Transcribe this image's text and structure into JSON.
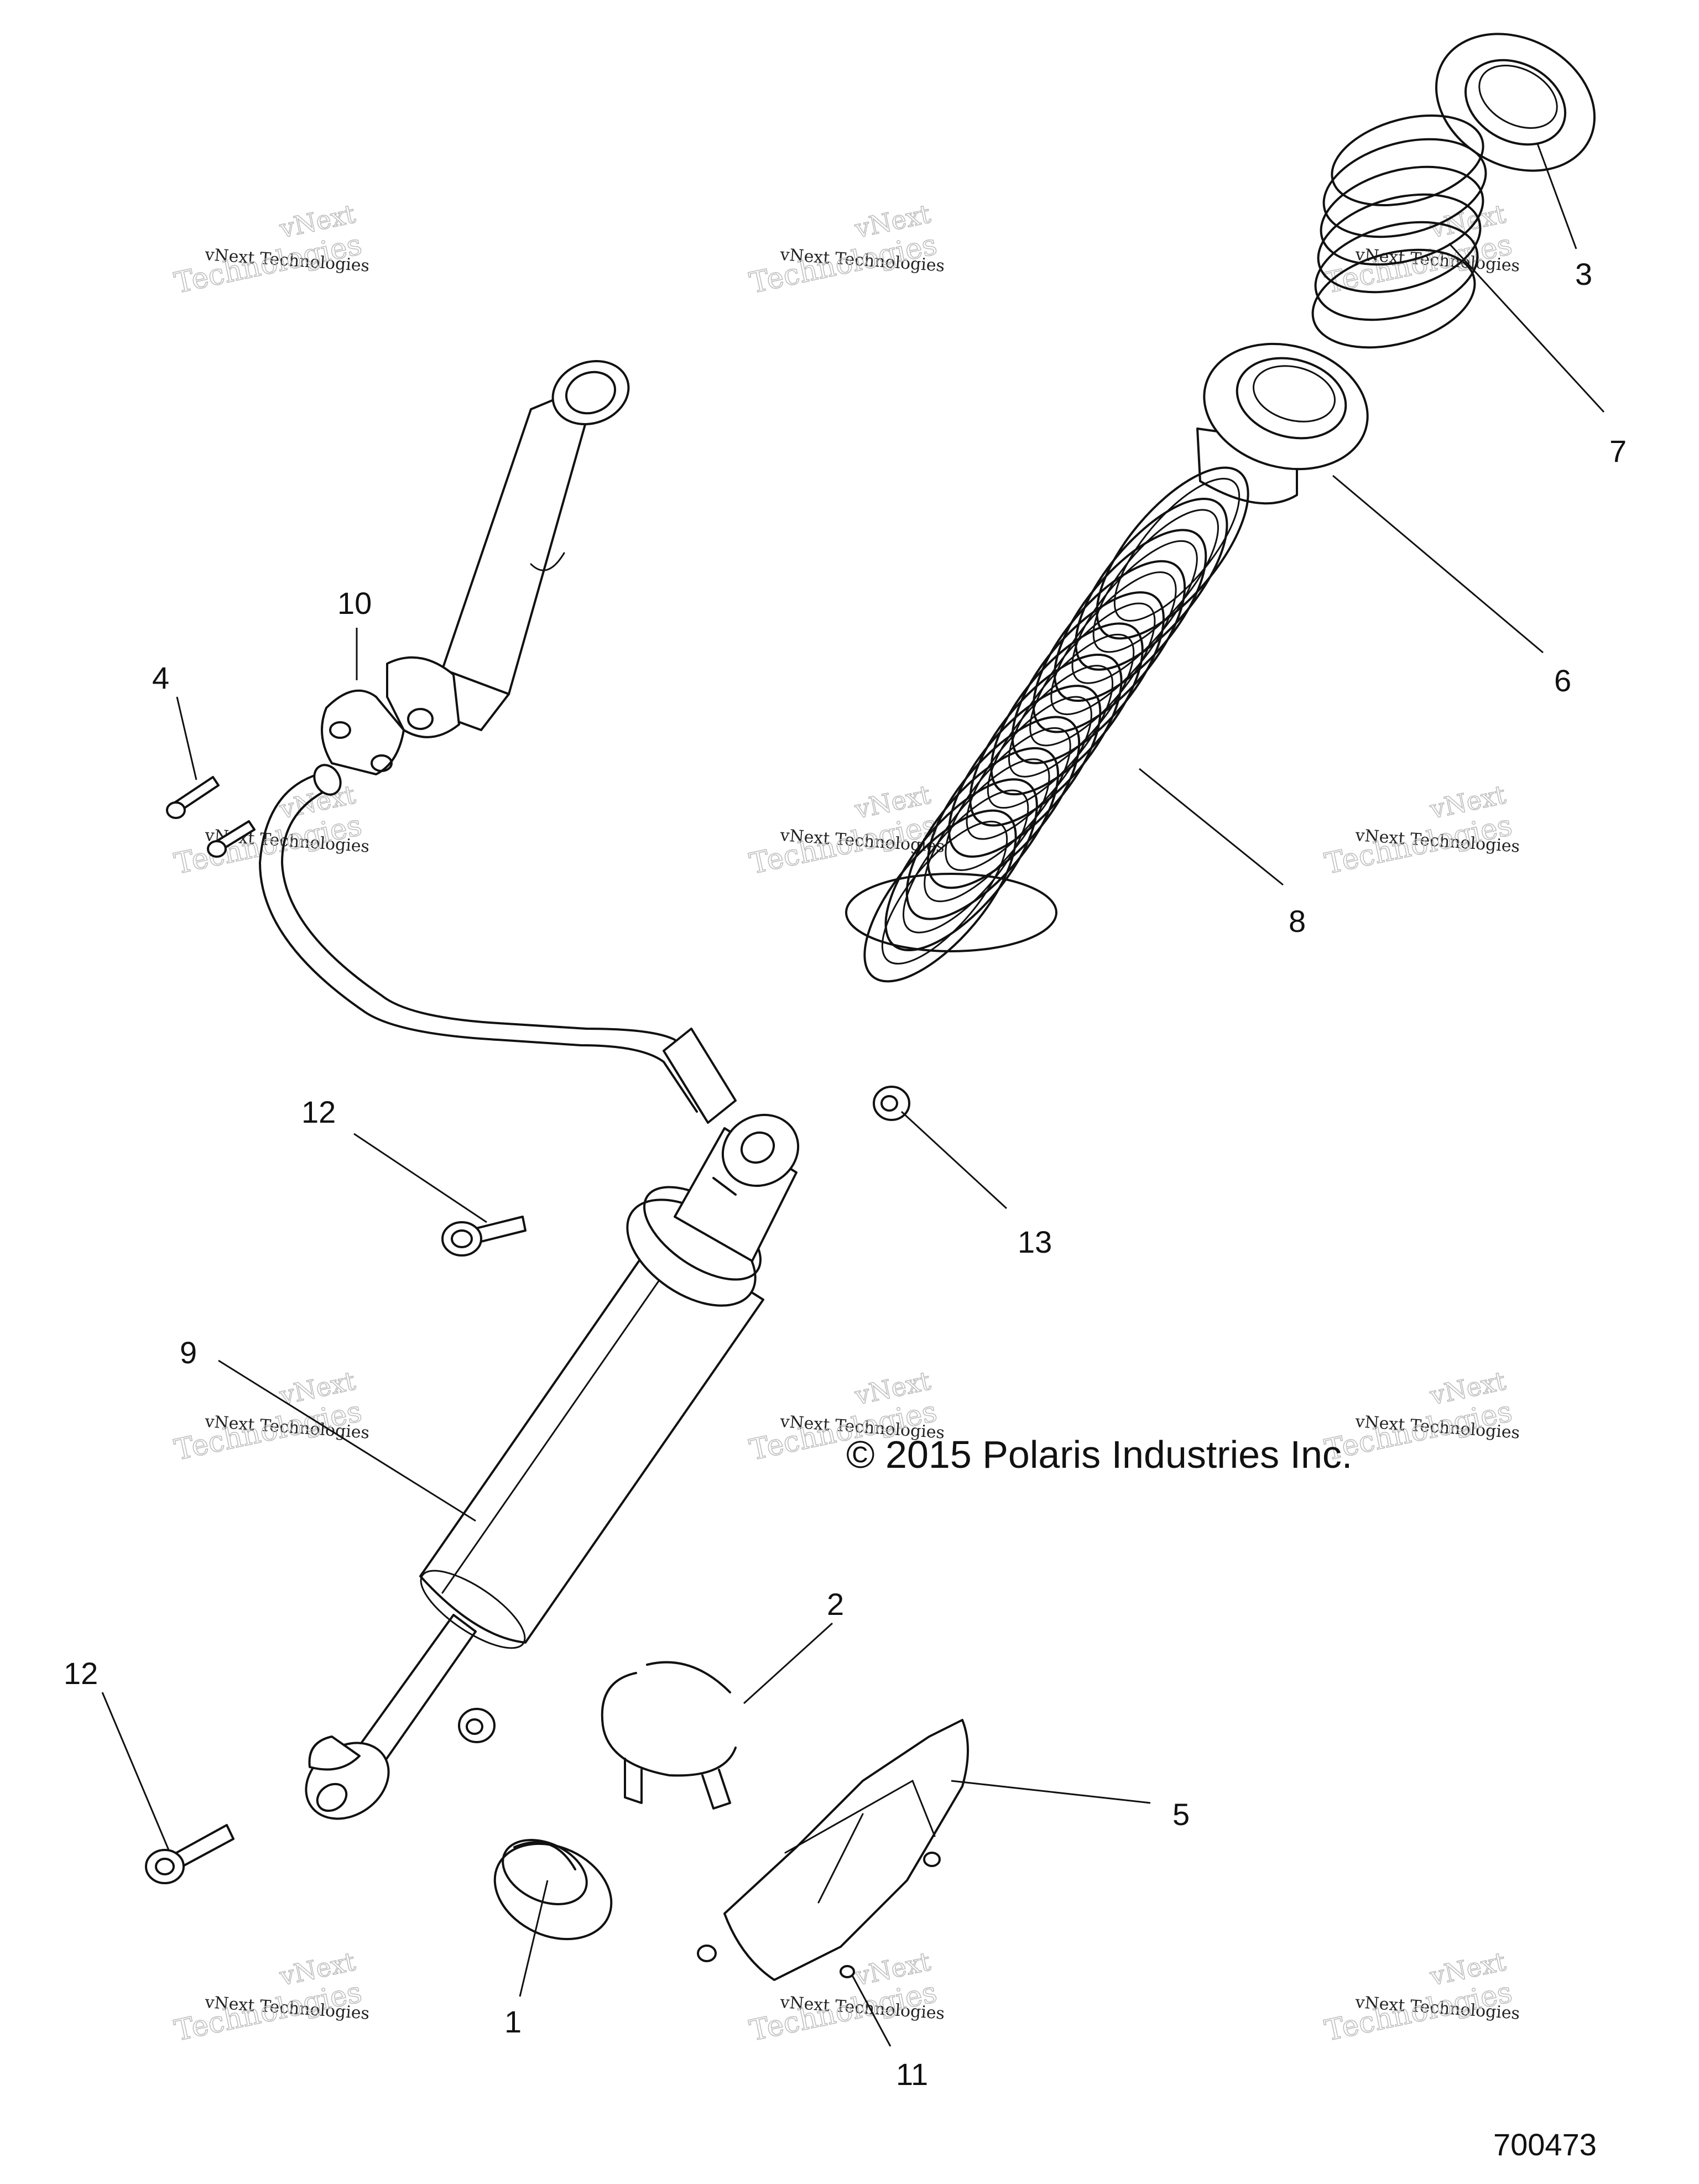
{
  "callouts": [
    "1",
    "2",
    "3",
    "4",
    "5",
    "6",
    "7",
    "8",
    "9",
    "10",
    "11",
    "12",
    "13"
  ],
  "copyright": "© 2015 Polaris Industries Inc.",
  "document_number": "700473",
  "watermark": {
    "line1": "vNext",
    "line2": "vNext Technologies",
    "line3": "Technologies"
  },
  "colors": {
    "line": "#111111",
    "background": "#ffffff",
    "watermark": "#bbbbbb"
  }
}
